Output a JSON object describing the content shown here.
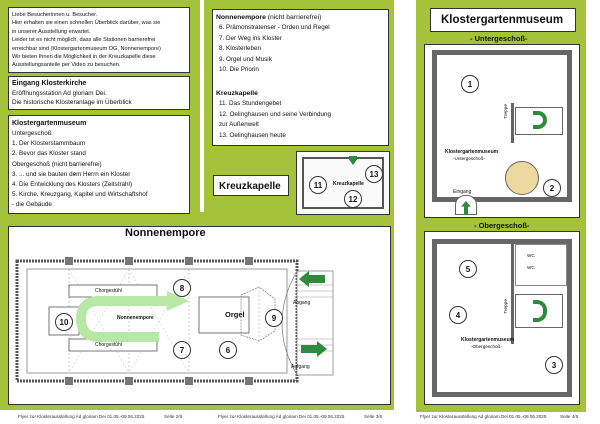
{
  "intro": {
    "lines": [
      "Liebe Besucherinnen u. Besucher.",
      "Hier erhalten sie einen schnellen Überblick darüber, was sie",
      "in unserer Ausstellung erwartet.",
      "Leider ist es nicht möglich, dass alle Stationen barrierefrei",
      "erreichbar sind (Klostergartenmuseum OG, Nonnenempore)",
      "Wir bieten Ihnen die Möglichkeit in der Kreuzkapelle diese",
      "Ausstellungsanteile per Video zu besuchen."
    ]
  },
  "eingang": {
    "title": "Eingang Klosterkirche",
    "lines": [
      "Eröffnungsstation Ad gloriam Dei.",
      "Die historische Klosteranlage im Überblick"
    ]
  },
  "museum_list": {
    "title": "Klostergartenmuseum",
    "lines": [
      "Untergeschoß",
      "1. Der Klosterstammbaum",
      "2. Bevor das Kloster stand",
      "Obergeschoß (nicht barrierefrei)",
      "3. ... und sie bauten dem Herrn ein Kloster",
      "4. Die Entwicklung des Klosters (Zeitstrahl)",
      "5. Kirche, Kreuzgang, Kapitel und Wirtschaftshof",
      "    - die Gebäude"
    ]
  },
  "nonnen_list": {
    "title_bold": "Nonnenempore",
    "title_rest": " (nicht barrierefrei)",
    "lines": [
      "6. Prämonstratenser - Orden und Regel",
      "7. Der Weg ins Kloster",
      "8. Klosterleben",
      "9. Orgel und Musik",
      "10. Die Priorin"
    ]
  },
  "kapelle_list": {
    "title": "Kreuzkapelle",
    "lines": [
      "11. Das Stundengebet",
      "12. Oelinghausen und seine Verbindung",
      "      zur Außenwelt",
      "13. Oelinghausen heute"
    ]
  },
  "kreuzkapelle_label": "Kreuzkapelle",
  "kapelle_plan": {
    "label": "Kreuzkapelle",
    "n11": "11",
    "n12": "12",
    "n13": "13"
  },
  "nonnenempore_heading": "Nonnenempore",
  "nonnen_plan": {
    "chorgestuehl_top": "Chorgestühl",
    "chorgestuehl_bottom": "Chorgestühl",
    "center_label": "Nonnenempore",
    "orgel": "Orgel",
    "abgang": "Abgang",
    "aufgang": "Aufgang",
    "n6": "6",
    "n7": "7",
    "n8": "8",
    "n9": "9",
    "n10": "10"
  },
  "museum_heading": "Klostergartenmuseum",
  "ug_label": "- Untergeschoß-",
  "og_label": "- Obergeschoß-",
  "ug_plan": {
    "n1": "1",
    "n2": "2",
    "title": "Klostergartenmuseum",
    "subtitle": "-Untergeschoß-",
    "treppe": "Treppe",
    "eingang": "Eingang"
  },
  "og_plan": {
    "n3": "3",
    "n4": "4",
    "n5": "5",
    "title": "Klostergartenmuseum",
    "subtitle": "-Obergeschoß-",
    "treppe": "Treppe",
    "wc1": "WC",
    "wc2": "WC"
  },
  "footers": {
    "f1": "Flyer zur Klosterausstellung Ad gloriam Dei 01.05.-09.06.2025",
    "p1": "Seite     2/6",
    "f2": "Flyer zur Klosterausstellung Ad gloriam Dei 01.05.-09.06.2025",
    "p2": "Seite     3/6",
    "f3": "Flyer zur Klosterausstellung Ad gloriam Dei 01.05.-09.06.2025",
    "p3": "Seite     4/6"
  },
  "colors": {
    "panel_green": "#a4c33a",
    "arrow_green": "#2e8b3e",
    "light_green": "#b9e7a6",
    "floor_circle": "#ecd9a0"
  }
}
